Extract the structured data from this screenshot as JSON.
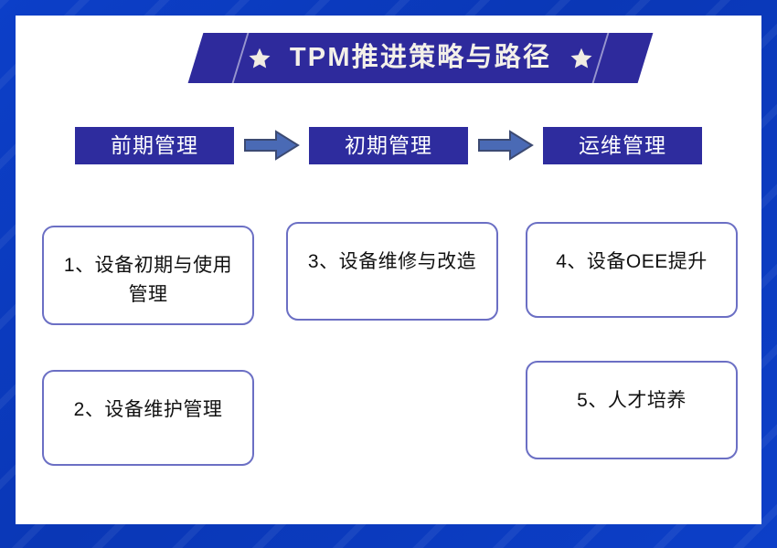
{
  "banner": {
    "title": "TPM推进策略与路径",
    "left_star_icon": "star-icon",
    "right_star_icon": "star-icon"
  },
  "phases": [
    {
      "label": "前期管理"
    },
    {
      "label": "初期管理"
    },
    {
      "label": "运维管理"
    }
  ],
  "arrows": [
    {
      "icon": "arrow-right-icon"
    },
    {
      "icon": "arrow-right-icon"
    }
  ],
  "columns": [
    {
      "phase": "前期管理",
      "cards": [
        {
          "text": "1、设备初期与使用管理"
        },
        {
          "text": "2、设备维护管理"
        }
      ]
    },
    {
      "phase": "初期管理",
      "cards": [
        {
          "text": "3、设备维修与改造"
        }
      ]
    },
    {
      "phase": "运维管理",
      "cards": [
        {
          "text": "4、设备OEE提升"
        },
        {
          "text": "5、人才培养"
        }
      ]
    }
  ],
  "colors": {
    "frame_blue": "#0c3fc8",
    "banner_indigo": "#2e2a9c",
    "phase_bar_indigo": "#2e2c9e",
    "arrow_fill": "#4a6ab5",
    "arrow_stroke": "#3c4a72",
    "card_border": "#6b6fc4",
    "star_cream": "#f1ece2",
    "text_light": "#f3f0e9",
    "text_dark": "#111111"
  }
}
